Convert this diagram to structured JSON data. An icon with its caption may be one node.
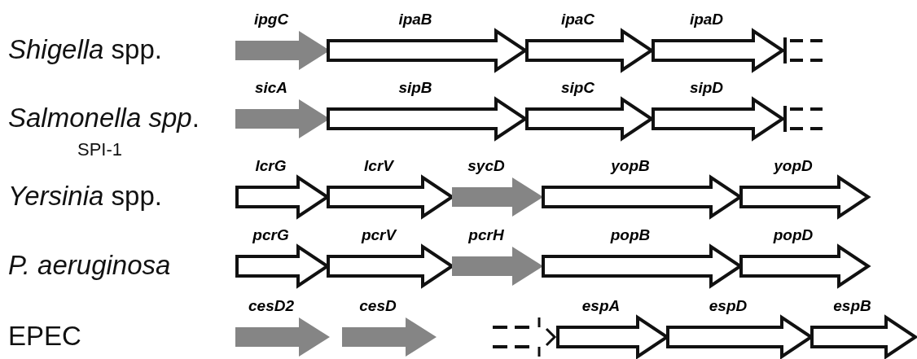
{
  "diagram": {
    "nodes": [
      {
        "text": [
          "ipgC"
        ]
      },
      {
        "text": [
          "ipaB"
        ]
      },
      {
        "text": [
          "ipaC"
        ]
      },
      {
        "text": [
          "ipaD"
        ]
      },
      {
        "text": [],
        "shape": "arrow"
      },
      {
        "text": [
          "sicA"
        ]
      },
      {
        "text": [
          "sipB"
        ]
      },
      {
        "text": [
          "sipC"
        ]
      },
      {
        "text": [
          "sipD"
        ]
      },
      {
        "text": [],
        "shape": "arrow"
      },
      {
        "text": [
          "lcrG"
        ]
      },
      {
        "text": [
          "lcrV"
        ]
      },
      {
        "text": [
          "sycD"
        ]
      },
      {
        "text": [
          "yopB"
        ]
      },
      {
        "text": [
          "yopD"
        ]
      },
      {
        "text": [
          "pcrG"
        ]
      },
      {
        "text": [
          "pcrV"
        ]
      },
      {
        "text": [
          "pcrH"
        ]
      },
      {
        "text": [
          "popB"
        ]
      },
      {
        "text": [
          "popD"
        ]
      },
      {
        "text": [
          "cesD2"
        ]
      },
      {
        "text": [
          "cesD"
        ]
      },
      {
        "text": [],
        "shape": "arrow"
      },
      {
        "text": [
          "espA"
        ]
      },
      {
        "text": [
          "espD"
        ]
      },
      {
        "text": [
          "espB"
        ]
      }
    ],
    "labels": [
      "*Shigella* spp.",
      "*Salmonella spp*.",
      "SPI-1",
      "*Yersinia* spp.",
      "P. aeruginosa",
      "EPEC"
    ]
  }
}
